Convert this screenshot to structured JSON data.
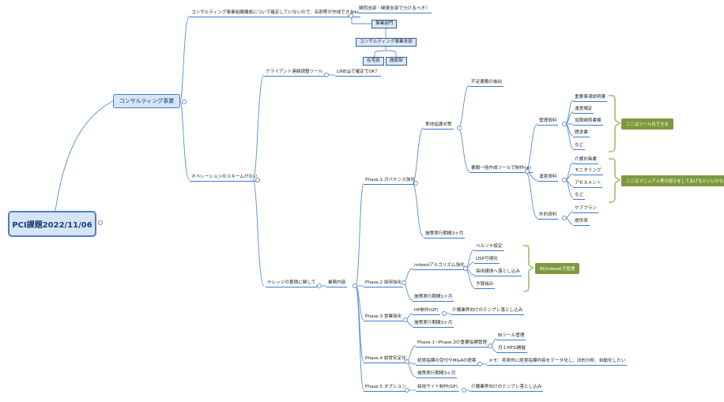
{
  "root": "PCI課題2022/11/06",
  "main": "コンサルティング事業",
  "branches": {
    "b1": "コンサルティング事業組織構成について確定していないので、名刺等が作成できない",
    "b1_q": "関西支部・関東支部で分けるべき？",
    "org_box1": "事業部門",
    "org_box2": "コンサルティング事業本部",
    "org_box3": "在宅部",
    "org_box4": "施設部",
    "b2": "オペレーションのスキームがない",
    "client_tool": "クライアント連絡調整ツール",
    "line_q": "LINE@で確定でOK？",
    "knowledge": "ナレッジの蓄積に関して",
    "gyomu": "業務内容"
  },
  "phase1": {
    "label": "Phase.1 ガバナンス強化",
    "jisshi": "実地指導対策",
    "fubi": "不足書類の抽出",
    "shorui": "書類一括作成ツールで制作(w)",
    "kanri": "管理資料",
    "kanri_items": [
      "重要事項説明書",
      "運営規定",
      "加算関係書類",
      "請求書",
      "など"
    ],
    "unei": "運営資料",
    "unei_items": [
      "介護計画書",
      "モニタリング",
      "アセスメント",
      "など"
    ],
    "gaiteki": "外的資料",
    "gaiteki_items": [
      "ケアプラン",
      "提供表"
    ],
    "note1": "ここはツール化できる",
    "note2": "ここはマニュアル等の提示をしてあげるといいかも",
    "period": "施策実行期間3ヶ月"
  },
  "phase2": {
    "label": "Phase.2 採用強化",
    "indeed": "indeedアルゴリズム強化",
    "items": [
      "ペルソナ設定",
      "USP可視化",
      "採用媒体へ落とし込み",
      "予算組み"
    ],
    "note": "BI(Indeed)で管理",
    "period": "施策実行期間1ヶ月"
  },
  "phase3": {
    "label": "Phase.3 営業強化",
    "hp": "HP制作(GF)",
    "hp_note": "介護業界向けのテンプレ落とし込み",
    "period": "施策実行期間3ヶ月"
  },
  "phase4": {
    "label": "Phase.4 経営安定化",
    "kanri": "Phase.1~Phase.3の重要指標管理",
    "kanri_items": [
      "BIツール管理",
      "月１MTG開催"
    ],
    "ma": "経営指標の受付やM&Aの提案",
    "memo": "メモ：将来的に経営指標内容をデータ化し、法的分析、自動化したい",
    "period": "施策実行期間3ヶ月"
  },
  "phase5": {
    "label": "Phase.5 オプション",
    "site": "採用サイト制作(GF)",
    "site_note": "介護業界向けのテンプレ落とし込み"
  }
}
